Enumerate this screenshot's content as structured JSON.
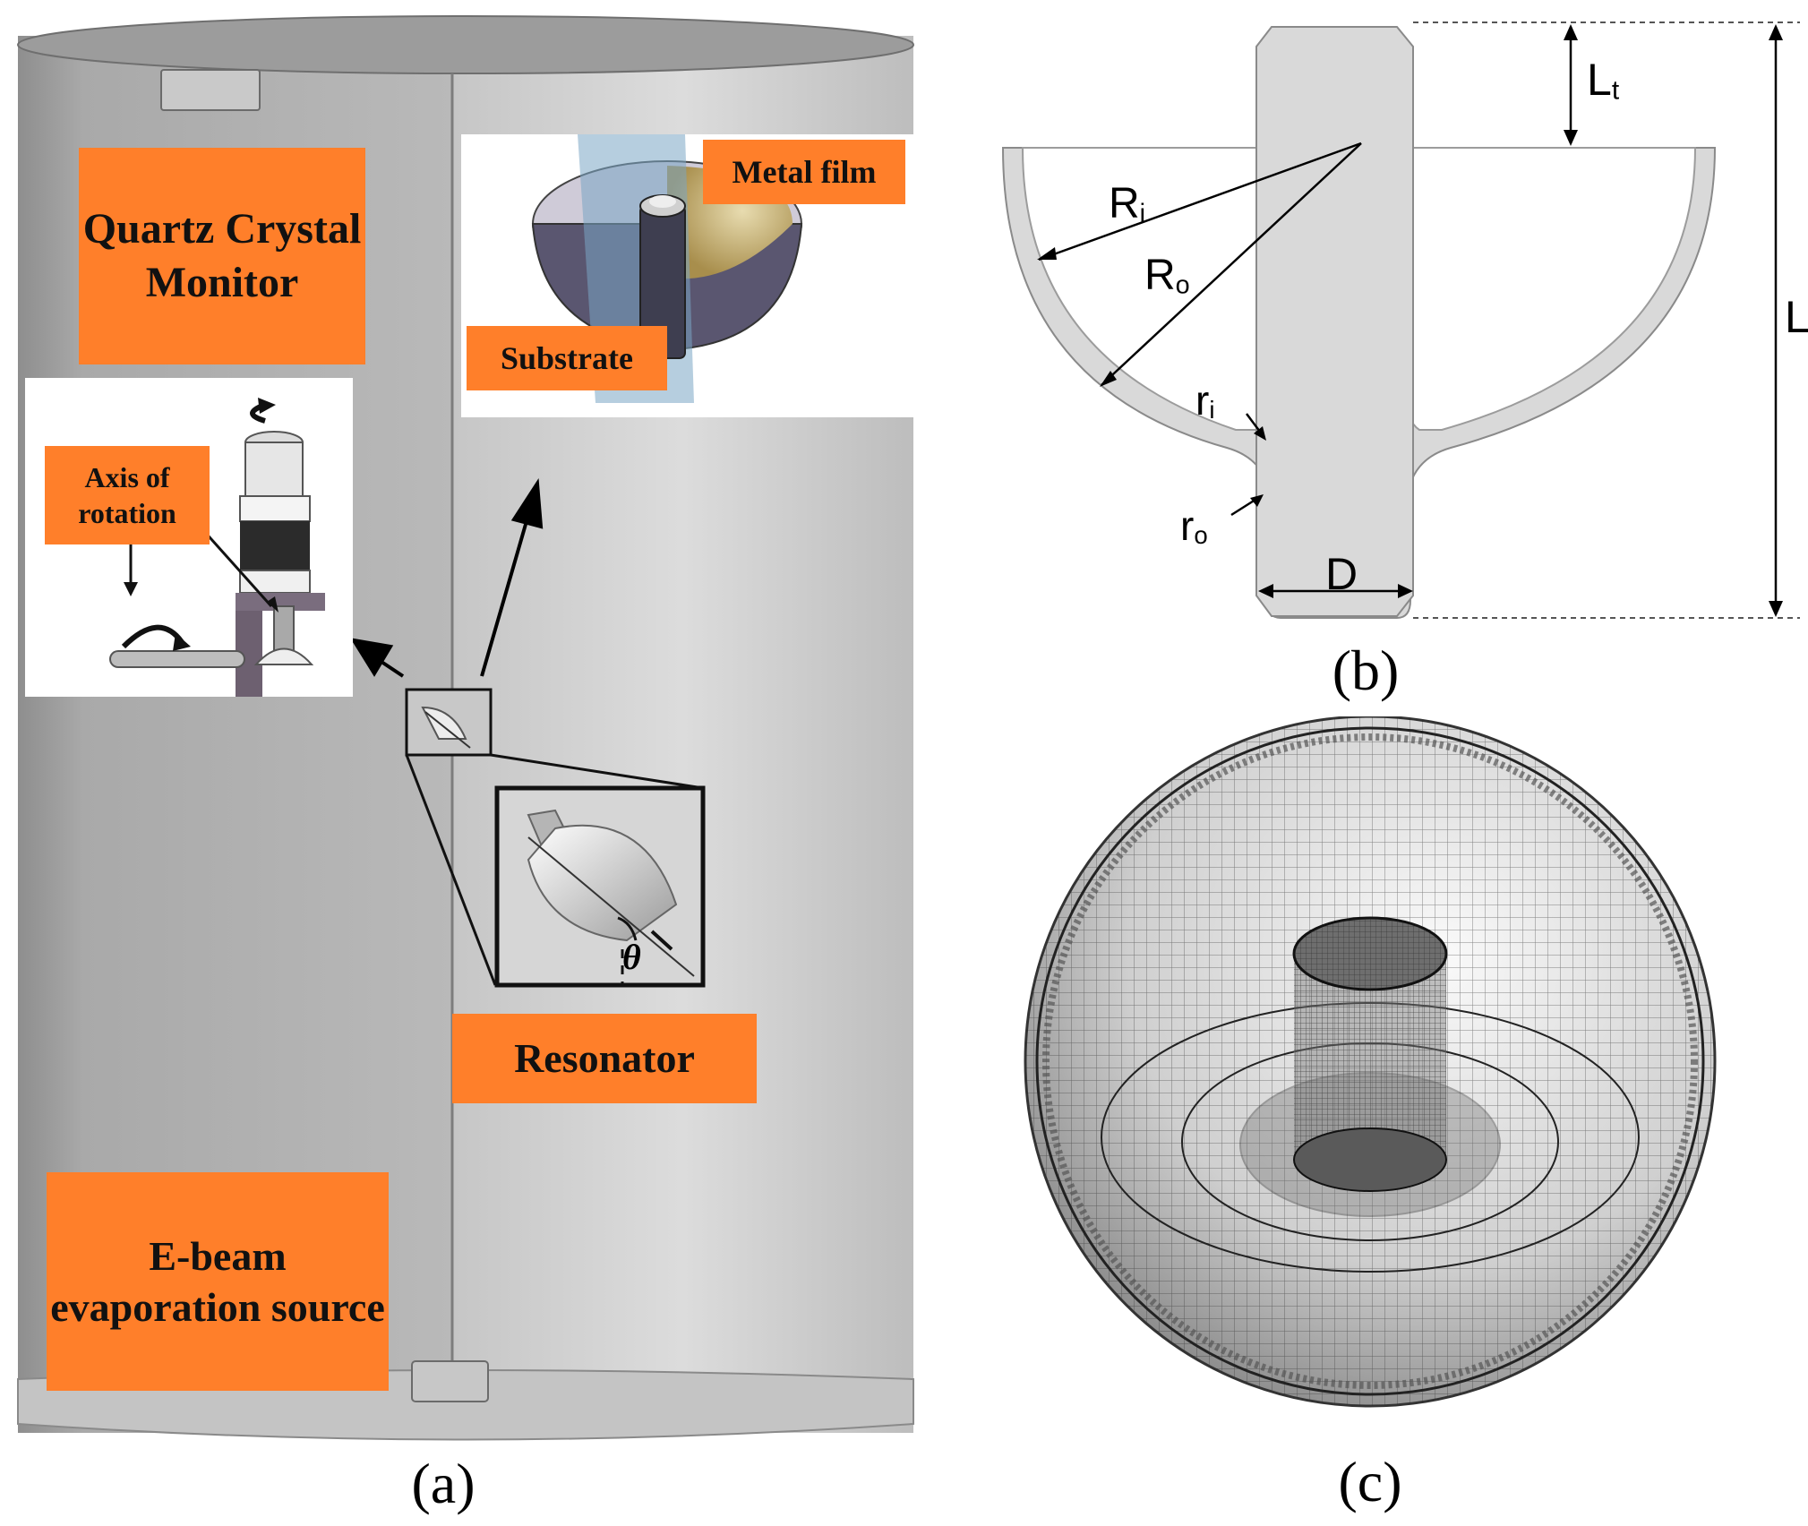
{
  "panel_a": {
    "caption": "(a)",
    "labels": {
      "quartz_crystal_monitor": "Quartz Crystal Monitor",
      "ebeam_source": "E-beam evaporation source",
      "resonator": "Resonator",
      "metal_film": "Metal film",
      "substrate": "Substrate",
      "axis_of_rotation": "Axis of rotation",
      "theta": "θ"
    },
    "colors": {
      "label_bg": "#ff7f2a",
      "chamber": "#b8b8b8"
    }
  },
  "panel_b": {
    "caption": "(b)",
    "dimension_labels": {
      "Lt_main": "L",
      "Lt_sub": "t",
      "Ri_main": "R",
      "Ri_sub": "i",
      "Ro_main": "R",
      "Ro_sub": "o",
      "ri_main": "r",
      "ri_sub": "i",
      "ro_main": "r",
      "ro_sub": "o",
      "D": "D",
      "L": "L"
    }
  },
  "panel_c": {
    "caption": "(c)"
  }
}
